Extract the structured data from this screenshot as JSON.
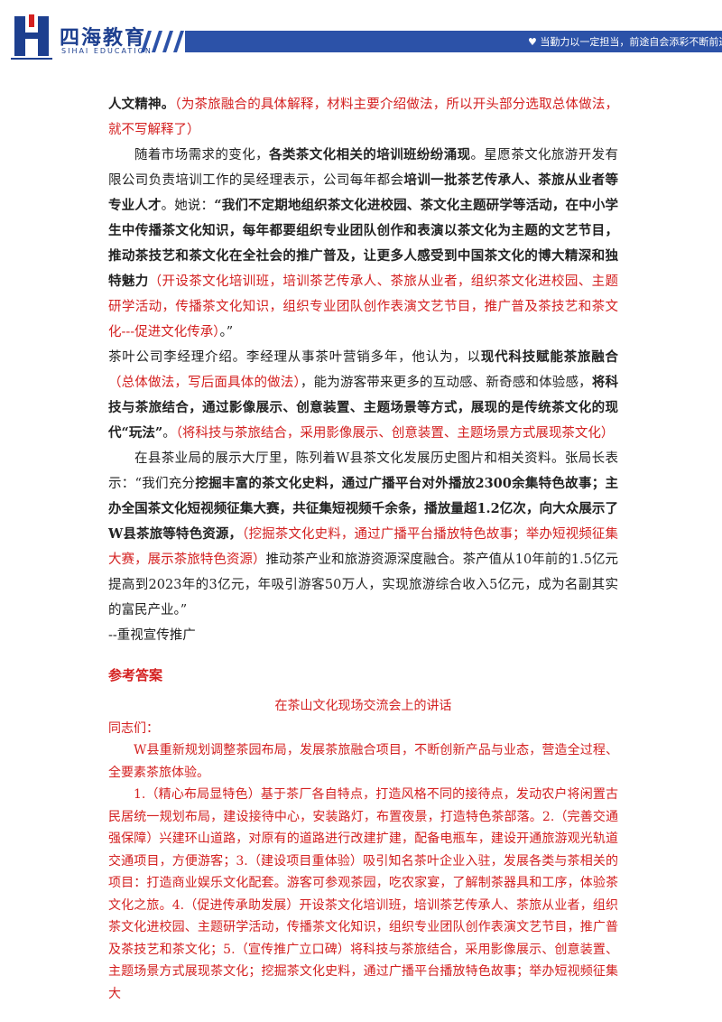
{
  "header": {
    "logo_cn": "四海教育",
    "logo_en": "SIHAI EDUCATION",
    "slogan": "♥ 当勤力以一定担当，前途自会添彩不断前进！",
    "brand_color": "#2c52a8"
  },
  "para1": {
    "bold": "人文精神。",
    "note": "（为茶旅融合的具体解释，材料主要介绍做法，所以开头部分选取总体做法，就不写解释了）"
  },
  "para2": {
    "t1": "随着市场需求的变化，",
    "b1": "各类茶文化相关的培训班纷纷涌现",
    "t2": "。星愿茶文化旅游开发有限公司负责培训工作的吴经理表示，公司每年都会",
    "b2": "培训一批茶艺传承人、茶旅从业者等专业人才",
    "t3": "。她说：",
    "b3": "“我们不定期地组织茶文化进校园、茶文化主题研学等活动，在中小学生中传播茶文化知识，每年都要组织专业团队创作和表演以茶文化为主题的文艺节目，推动茶技艺和茶文化在全社会的推广普及，让更多人感受到中国茶文化的博大精深和独特魅力",
    "note": "（开设茶文化培训班，培训茶艺传承人、茶旅从业者，组织茶文化进校园、主题研学活动，传播茶文化知识，组织专业团队创作表演文艺节目，推广普及茶技艺和茶文化---促进文化传承）",
    "t4": "。”"
  },
  "para3": {
    "t1": "茶叶公司李经理介绍。李经理从事茶叶营销多年，他认为，以",
    "b1": "现代科技赋能茶旅融合",
    "note1": "（总体做法，写后面具体的做法）",
    "t2": "，能为游客带来更多的互动感、新奇感和体验感，",
    "b2": "将科技与茶旅结合，通过影像展示、创意装置、主题场景等方式，展现的是传统茶文化的现代“玩法”",
    "t3": "。",
    "note2": "（将科技与茶旅结合，采用影像展示、创意装置、主题场景方式展现茶文化）"
  },
  "para4": {
    "t1": "在县茶业局的展示大厅里，陈列着W县茶文化发展历史图片和相关资料。张局长表示：“我们充分",
    "b1": "挖掘丰富的茶文化史料，通过广播平台对外播放2300余集特色故事；主办全国茶文化短视频征集大赛，共征集短视频千余条，播放量超1.2亿次，向大众展示了W县茶旅等特色资源，",
    "note": "（挖掘茶文化史料，通过广播平台播放特色故事；举办短视频征集大赛，展示茶旅特色资源）",
    "t2": "推动茶产业和旅游资源深度融合。茶产值从10年前的1.5亿元提高到2023年的3亿元，年吸引游客50万人，实现旅游综合收入5亿元，成为名副其实的富民产业。”",
    "t3": "--重视宣传推广"
  },
  "answer": {
    "heading": "参考答案",
    "title": "在茶山文化现场交流会上的讲话",
    "salutation": "同志们：",
    "intro": "W县重新规划调整茶园布局，发展茶旅融合项目，不断创新产品与业态，营造全过程、全要素茶旅体验。",
    "body": "1.（精心布局显特色）基于茶厂各自特点，打造风格不同的接待点，发动农户将闲置古民居统一规划布局，建设接待中心，安装路灯，布置夜景，打造特色茶部落。2.（完善交通强保障）兴建环山道路，对原有的道路进行改建扩建，配备电瓶车，建设开通旅游观光轨道交通项目，方便游客；3.（建设项目重体验）吸引知名茶叶企业入驻，发展各类与茶相关的项目：打造商业娱乐文化配套。游客可参观茶园，吃农家宴，了解制茶器具和工序，体验茶文化之旅。4.（促进传承助发展）开设茶文化培训班，培训茶艺传承人、茶旅从业者，组织茶文化进校园、主题研学活动，传播茶文化知识，组织专业团队创作表演文艺节目，推广普及茶技艺和茶文化；5.（宣传推广立口碑）将科技与茶旅结合，采用影像展示、创意装置、主题场景方式展现茶文化；挖掘茶文化史料，通过广播平台播放特色故事；举办短视频征集大"
  }
}
